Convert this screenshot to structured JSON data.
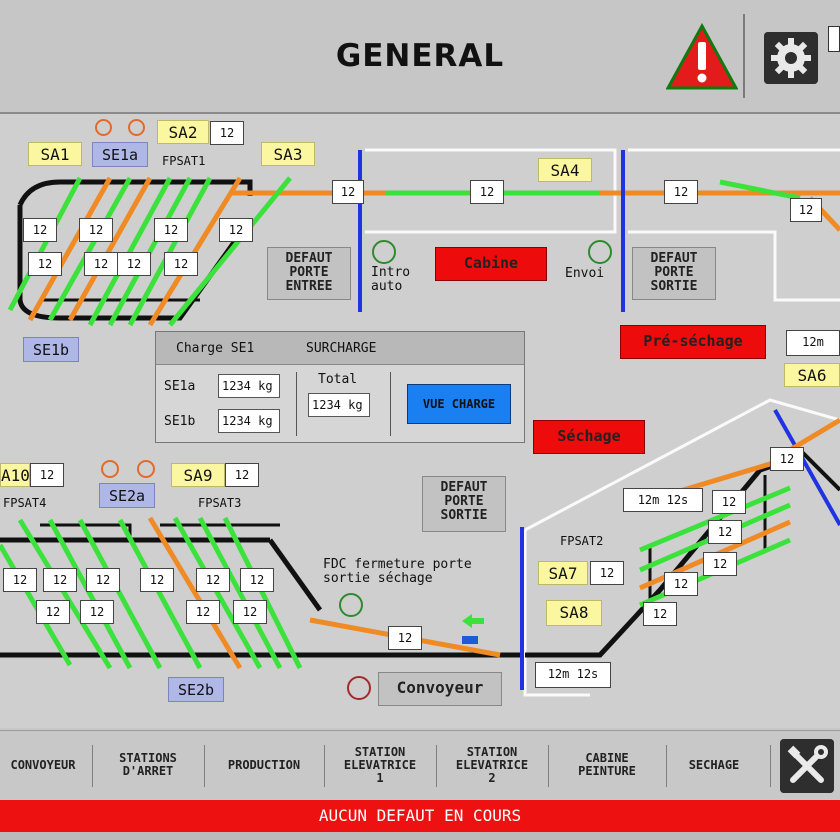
{
  "header": {
    "title": "GENERAL",
    "warning_icon": "warning-triangle-icon",
    "settings_icon": "gear-icon"
  },
  "stations": {
    "SA1": "SA1",
    "SE1a": "SE1a",
    "SA2": "SA2",
    "SA2_count": "12",
    "FPSAT1": "FPSAT1",
    "SA3": "SA3",
    "SA4": "SA4",
    "SE1b": "SE1b",
    "SA6": "SA6",
    "SA10": "A10",
    "SA10_count": "12",
    "FPSAT4": "FPSAT4",
    "SE2a": "SE2a",
    "SA9": "SA9",
    "SA9_count": "12",
    "FPSAT3": "FPSAT3",
    "FPSAT2": "FPSAT2",
    "SA7": "SA7",
    "SA7_count": "12",
    "SA8": "SA8",
    "SE2b": "SE2b"
  },
  "counters": {
    "value": "12",
    "timer_a": "12m  12s",
    "timer_b": "12m  12s",
    "timer_c": "12m"
  },
  "zones": {
    "defaut_entree": [
      "DEFAUT",
      "PORTE",
      "ENTREE"
    ],
    "defaut_sortie_1": [
      "DEFAUT",
      "PORTE",
      "SORTIE"
    ],
    "defaut_sortie_2": [
      "DEFAUT",
      "PORTE",
      "SORTIE"
    ],
    "intro": [
      "Intro",
      "auto"
    ],
    "envoi": "Envoi",
    "cabine": "Cabine",
    "pre_sechage": "Pré-séchage",
    "sechage": "Séchage",
    "fdc": [
      "FDC fermeture porte",
      "sortie séchage"
    ],
    "convoyeur": "Convoyeur"
  },
  "charge": {
    "title": "Charge SE1",
    "surcharge": "SURCHARGE",
    "total_label": "Total",
    "se1a_label": "SE1a",
    "se1a_value": "1234 kg",
    "se1b_label": "SE1b",
    "se1b_value": "1234 kg",
    "total_value": "1234 kg",
    "vue_charge": "VUE CHARGE"
  },
  "nav": {
    "items": [
      {
        "label": "CONVOYEUR"
      },
      {
        "label": "STATIONS\nD'ARRET"
      },
      {
        "label": "PRODUCTION"
      },
      {
        "label": "STATION\nELEVATRICE\n1"
      },
      {
        "label": "STATION\nELEVATRICE\n2"
      },
      {
        "label": "CABINE\nPEINTURE"
      },
      {
        "label": "SECHAGE"
      }
    ],
    "tools_icon": "tools-icon"
  },
  "status": {
    "message": "AUCUN DEFAUT EN COURS"
  },
  "colors": {
    "track_orange": "#f08a24",
    "track_green": "#3ce23c",
    "status_red": "#ee1111",
    "cabine_red": "#ee0b0b",
    "line_blue": "#1f33e0"
  }
}
